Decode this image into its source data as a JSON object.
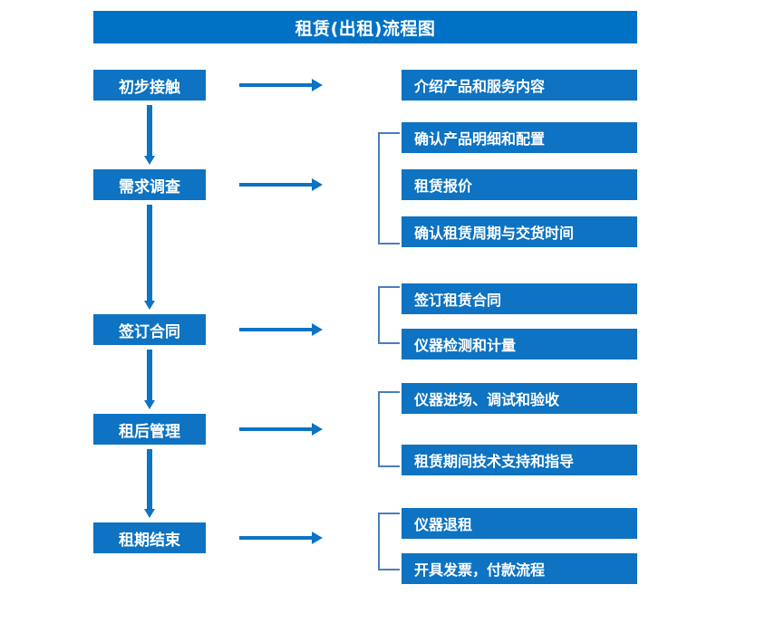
{
  "title": "租赁(出租)流程图",
  "colors": {
    "box_blue": "#0d73c2",
    "banner_blue": "#0072c6",
    "bracket_blue": "#4a7ebb",
    "text_white": "#ffffff",
    "background": "#ffffff"
  },
  "stages": [
    {
      "id": "initial-contact",
      "label": "初步接触"
    },
    {
      "id": "demand-survey",
      "label": "需求调查"
    },
    {
      "id": "sign-contract",
      "label": "签订合同"
    },
    {
      "id": "post-rent-manage",
      "label": "租后管理"
    },
    {
      "id": "lease-end",
      "label": "租期结束"
    }
  ],
  "details": [
    {
      "id": "intro-products-services",
      "label": "介绍产品和服务内容"
    },
    {
      "id": "confirm-product-spec",
      "label": "确认产品明细和配置"
    },
    {
      "id": "rental-quote",
      "label": "租赁报价"
    },
    {
      "id": "confirm-cycle-delivery",
      "label": "确认租赁周期与交货时间"
    },
    {
      "id": "sign-rental-contract",
      "label": "签订租赁合同"
    },
    {
      "id": "instrument-test-measure",
      "label": "仪器检测和计量"
    },
    {
      "id": "instrument-entry-debug",
      "label": "仪器进场、调试和验收"
    },
    {
      "id": "rental-tech-support",
      "label": "租赁期间技术支持和指导"
    },
    {
      "id": "instrument-return",
      "label": "仪器退租"
    },
    {
      "id": "invoice-payment-process",
      "label": "开具发票，付款流程"
    }
  ],
  "chart_data": {
    "type": "diagram",
    "title": "租赁(出租)流程图",
    "orientation": "vertical-stages-with-horizontal-details",
    "stage_count": 5,
    "detail_count": 10,
    "flow": [
      {
        "stage": "初步接触",
        "details": [
          "介绍产品和服务内容"
        ]
      },
      {
        "stage": "需求调查",
        "details": [
          "确认产品明细和配置",
          "租赁报价",
          "确认租赁周期与交货时间"
        ]
      },
      {
        "stage": "签订合同",
        "details": [
          "签订租赁合同",
          "仪器检测和计量"
        ]
      },
      {
        "stage": "租后管理",
        "details": [
          "仪器进场、调试和验收",
          "租赁期间技术支持和指导"
        ]
      },
      {
        "stage": "租期结束",
        "details": [
          "仪器退租",
          "开具发票，付款流程"
        ]
      }
    ]
  }
}
